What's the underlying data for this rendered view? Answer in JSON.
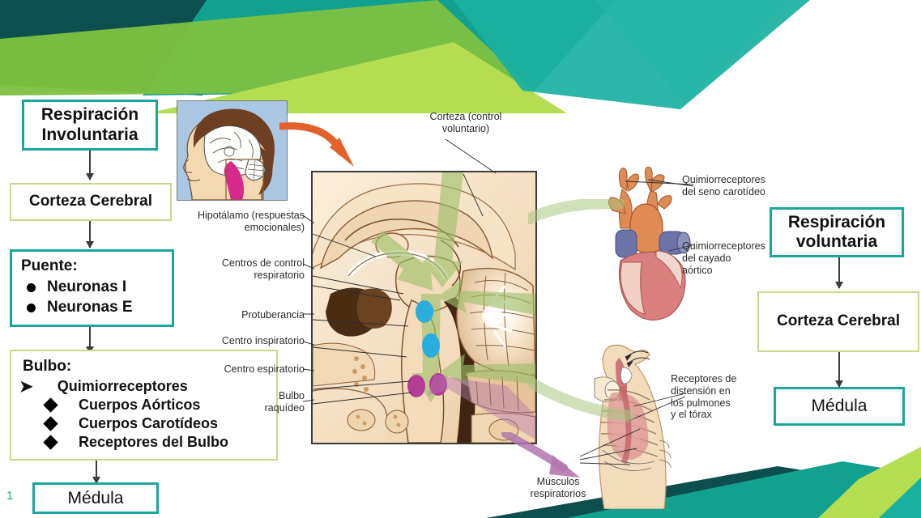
{
  "slide": {
    "page_number": "1",
    "accent_teal": "#18a79a",
    "accent_dark_teal": "#0d4f4f",
    "accent_green": "#7dc142",
    "accent_lime": "#b5dd52",
    "accent_box_lime": "#c6d98d",
    "arrow_orange": "#e2622b",
    "arrow_green": "#a9c77f",
    "arrow_purple": "#b277ad"
  },
  "left_flow": {
    "box1": "Respiración\nInvoluntaria",
    "box2": "Corteza Cerebral",
    "box3_title": "Puente:",
    "box3_items": [
      "Neuronas I",
      "Neuronas E"
    ],
    "box4_title": "Bulbo:",
    "box4_sub": "Quimiorreceptores",
    "box4_items": [
      "Cuerpos Aórticos",
      "Cuerpos Carotídeos",
      "Receptores del Bulbo"
    ],
    "box5": "Médula"
  },
  "right_flow": {
    "box1": "Respiración\nvoluntaria",
    "box2": "Corteza Cerebral",
    "box3": "Médula"
  },
  "figure_labels": {
    "corteza": "Corteza (control\nvoluntario)",
    "hipotalamo": "Hipotálamo (respuestas\nemocionales)",
    "centros_control": "Centros de control\nrespiratorio",
    "protuberancia": "Protuberancia",
    "centro_inspiratorio": "Centro inspiratorio",
    "centro_espiratorio": "Centro espiratorio",
    "bulbo_raquideo": "Bulbo\nraquídeo",
    "quimio_seno": "Quimiorreceptores\ndel seno carotídeo",
    "quimio_cayado": "Quimiorreceptores\ndel cayado\naórtico",
    "receptores_distension": "Receptores de\ndistensión en\nlos pulmones\ny el tórax",
    "musculos": "Músculos\nrespiratorios"
  }
}
